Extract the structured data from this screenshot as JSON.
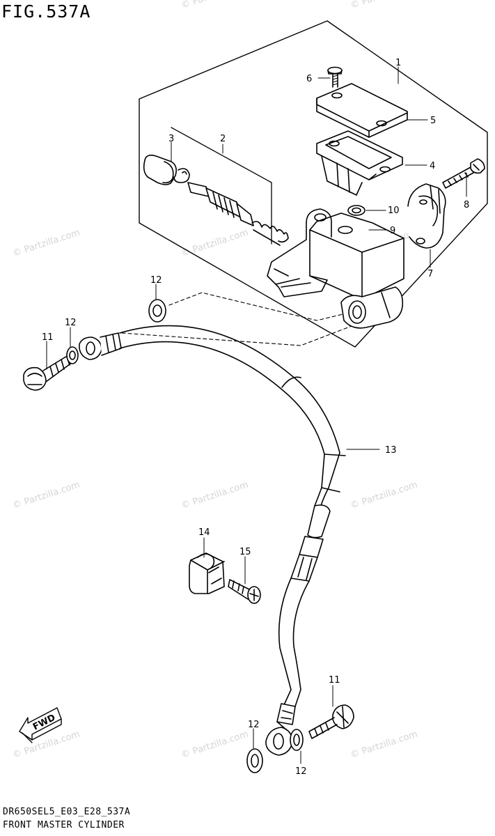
{
  "figure": {
    "title": "FIG.537A",
    "model_code": "DR650SEL5_E03_E28_537A",
    "caption": "FRONT MASTER CYLINDER"
  },
  "watermark": "© Partzilla.com",
  "fwd_label": "FWD",
  "callouts": {
    "c1": "1",
    "c2": "2",
    "c3": "3",
    "c4": "4",
    "c5": "5",
    "c6": "6",
    "c7": "7",
    "c8": "8",
    "c9": "9",
    "c10": "10",
    "c11a": "11",
    "c11b": "11",
    "c12a": "12",
    "c12b": "12",
    "c12c": "12",
    "c12d": "12",
    "c13": "13",
    "c14": "14",
    "c15": "15"
  }
}
